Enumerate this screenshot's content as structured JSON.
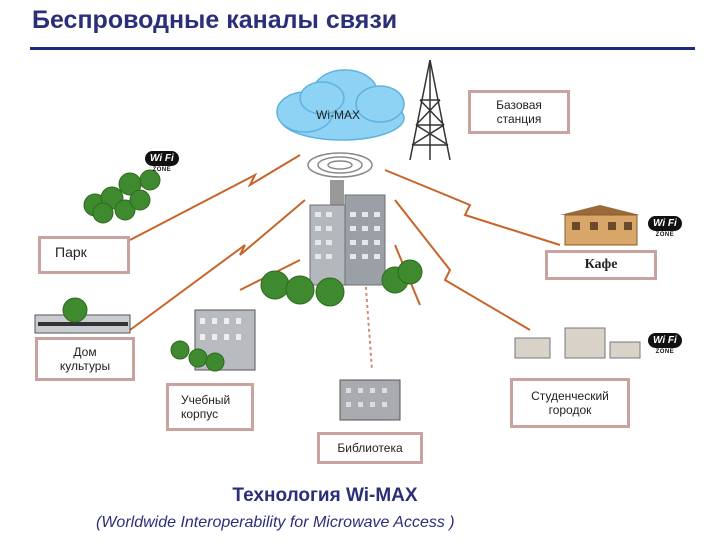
{
  "title": "Беспроводные каналы связи",
  "cloud_label": "Wi-MAX",
  "base_station": "Базовая\nстанция",
  "nodes": {
    "park": "Парк",
    "cafe": "Кафе",
    "culture_house": "Дом\nкультуры",
    "campus_building": "Учебный\nкорпус",
    "student_town": "Студенческий\nгородок",
    "library": "Библиотека"
  },
  "wifi": {
    "badge": "Wi Fi",
    "zone": "ZONE"
  },
  "footer": {
    "main": "Технология Wi-MAX",
    "sub": "(Worldwide Interoperability for Microwave Access )"
  },
  "colors": {
    "title": "#2b2f7a",
    "link": "#c8642a",
    "box_border": "#c9a3a0",
    "cloud": "#8fd3f4"
  }
}
